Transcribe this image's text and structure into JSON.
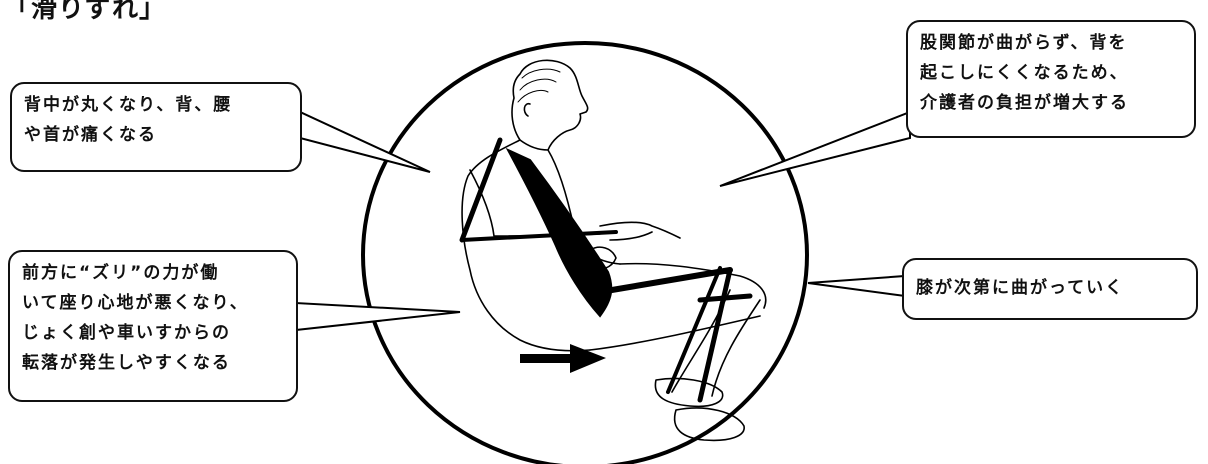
{
  "heading": "「滑りずれ」",
  "callouts": {
    "back": {
      "lines": [
        "背中が丸くなり、背、腰",
        "や首が痛くなる"
      ]
    },
    "hip": {
      "lines": [
        "股関節が曲がらず、背を",
        "起こしにくくなるため、",
        "介護者の負担が増大する"
      ]
    },
    "slide": {
      "lines": [
        "前方に“ズリ”の力が働",
        "いて座り心地が悪くなり、",
        "じょく創や車いすからの",
        "転落が発生しやすくなる"
      ]
    },
    "knee": {
      "lines": [
        "膝が次第に曲がっていく"
      ]
    }
  },
  "icons": {
    "arrow": "right-arrow-icon",
    "figure": "seated-person-illustration"
  }
}
